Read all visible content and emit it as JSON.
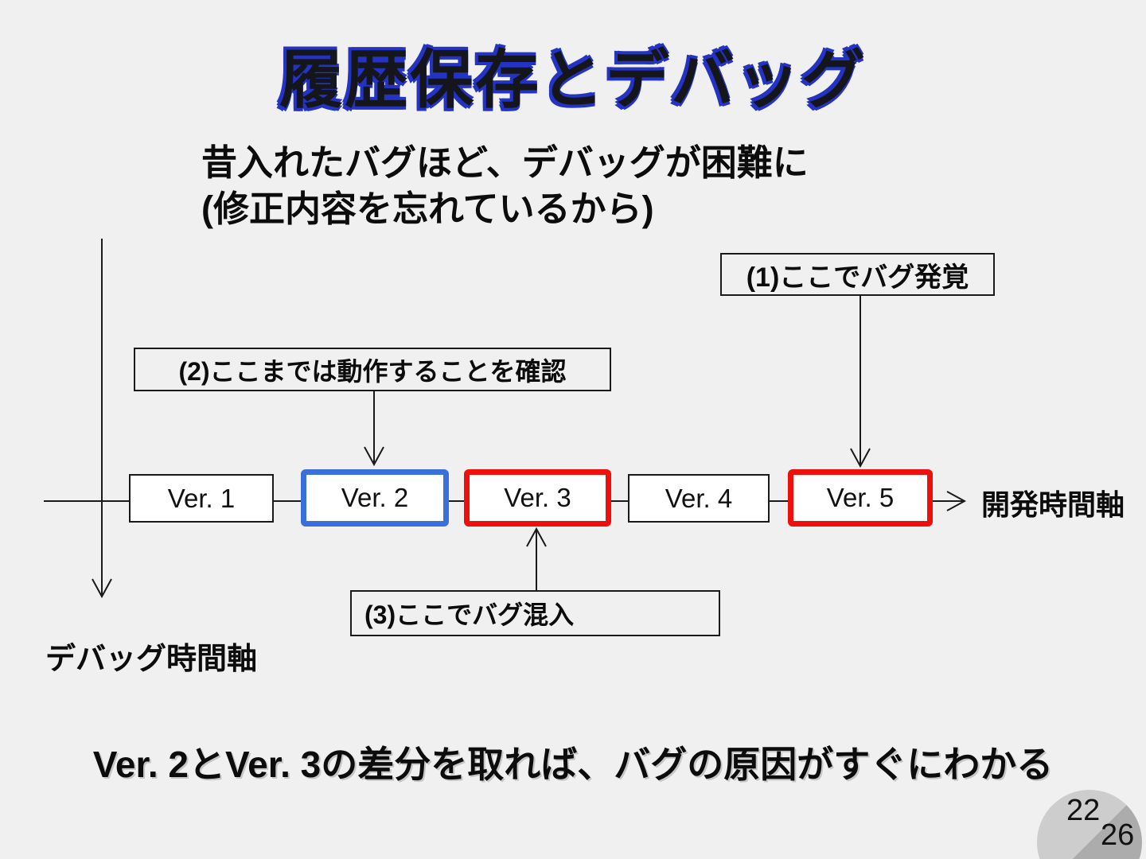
{
  "slide": {
    "title": "履歴保存とデバッグ",
    "subtitle_line1": "昔入れたバグほど、デバッグが困難に",
    "subtitle_line2": "(修正内容を忘れているから)",
    "conclusion": "Ver. 2とVer. 3の差分を取れば、バグの原因がすぐにわかる",
    "page_current": "22",
    "page_total": "26"
  },
  "diagram": {
    "versions": [
      {
        "label": "Ver. 1",
        "highlight": "none"
      },
      {
        "label": "Ver. 2",
        "highlight": "blue"
      },
      {
        "label": "Ver. 3",
        "highlight": "red"
      },
      {
        "label": "Ver. 4",
        "highlight": "none"
      },
      {
        "label": "Ver. 5",
        "highlight": "red"
      }
    ],
    "callouts": [
      {
        "label": "(1)ここでバグ発覚",
        "points_to": "Ver. 5"
      },
      {
        "label": "(2)ここまでは動作することを確認",
        "points_to": "Ver. 2"
      },
      {
        "label": "(3)ここでバグ混入",
        "points_to": "Ver. 3"
      }
    ],
    "axis_horizontal_label": "開発時間軸",
    "axis_vertical_label": "デバッグ時間軸"
  },
  "colors": {
    "background": "#f0f0f0",
    "highlight_blue": "#3b6fd9",
    "highlight_red": "#ee100c",
    "title_blue_outline": "#2433c4"
  }
}
